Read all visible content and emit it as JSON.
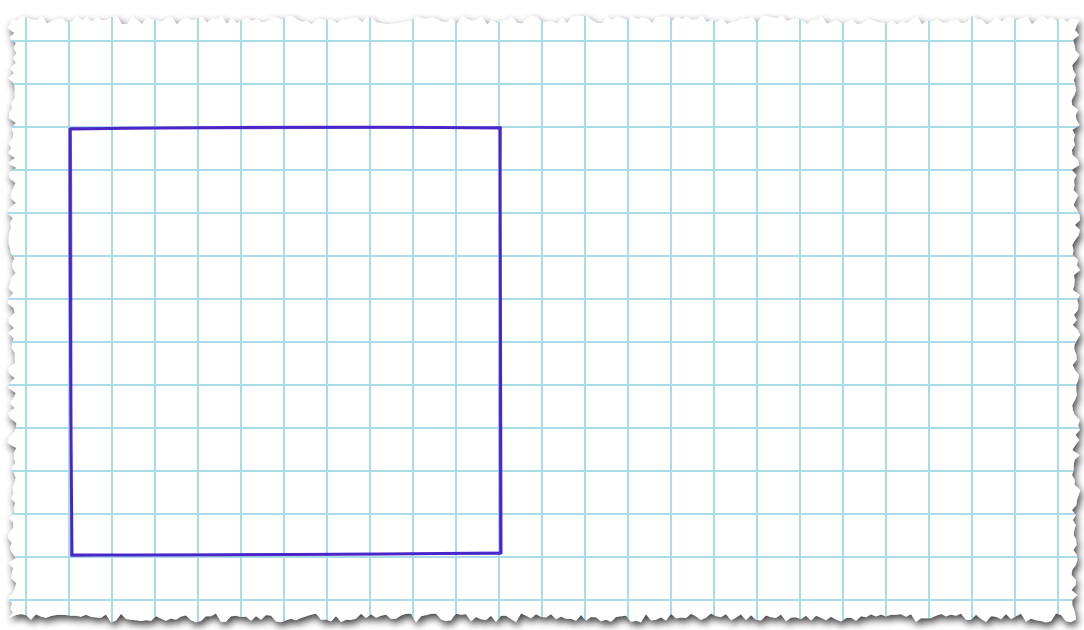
{
  "paper": {
    "background_color": "#ffffff",
    "grid_color": "#a9dbe9",
    "edge_style": "torn",
    "shadow_color": "#000000"
  },
  "drawing": {
    "shape": "square",
    "stroke_color": "#4a27c9",
    "fill": "none",
    "style": "hand-drawn"
  }
}
